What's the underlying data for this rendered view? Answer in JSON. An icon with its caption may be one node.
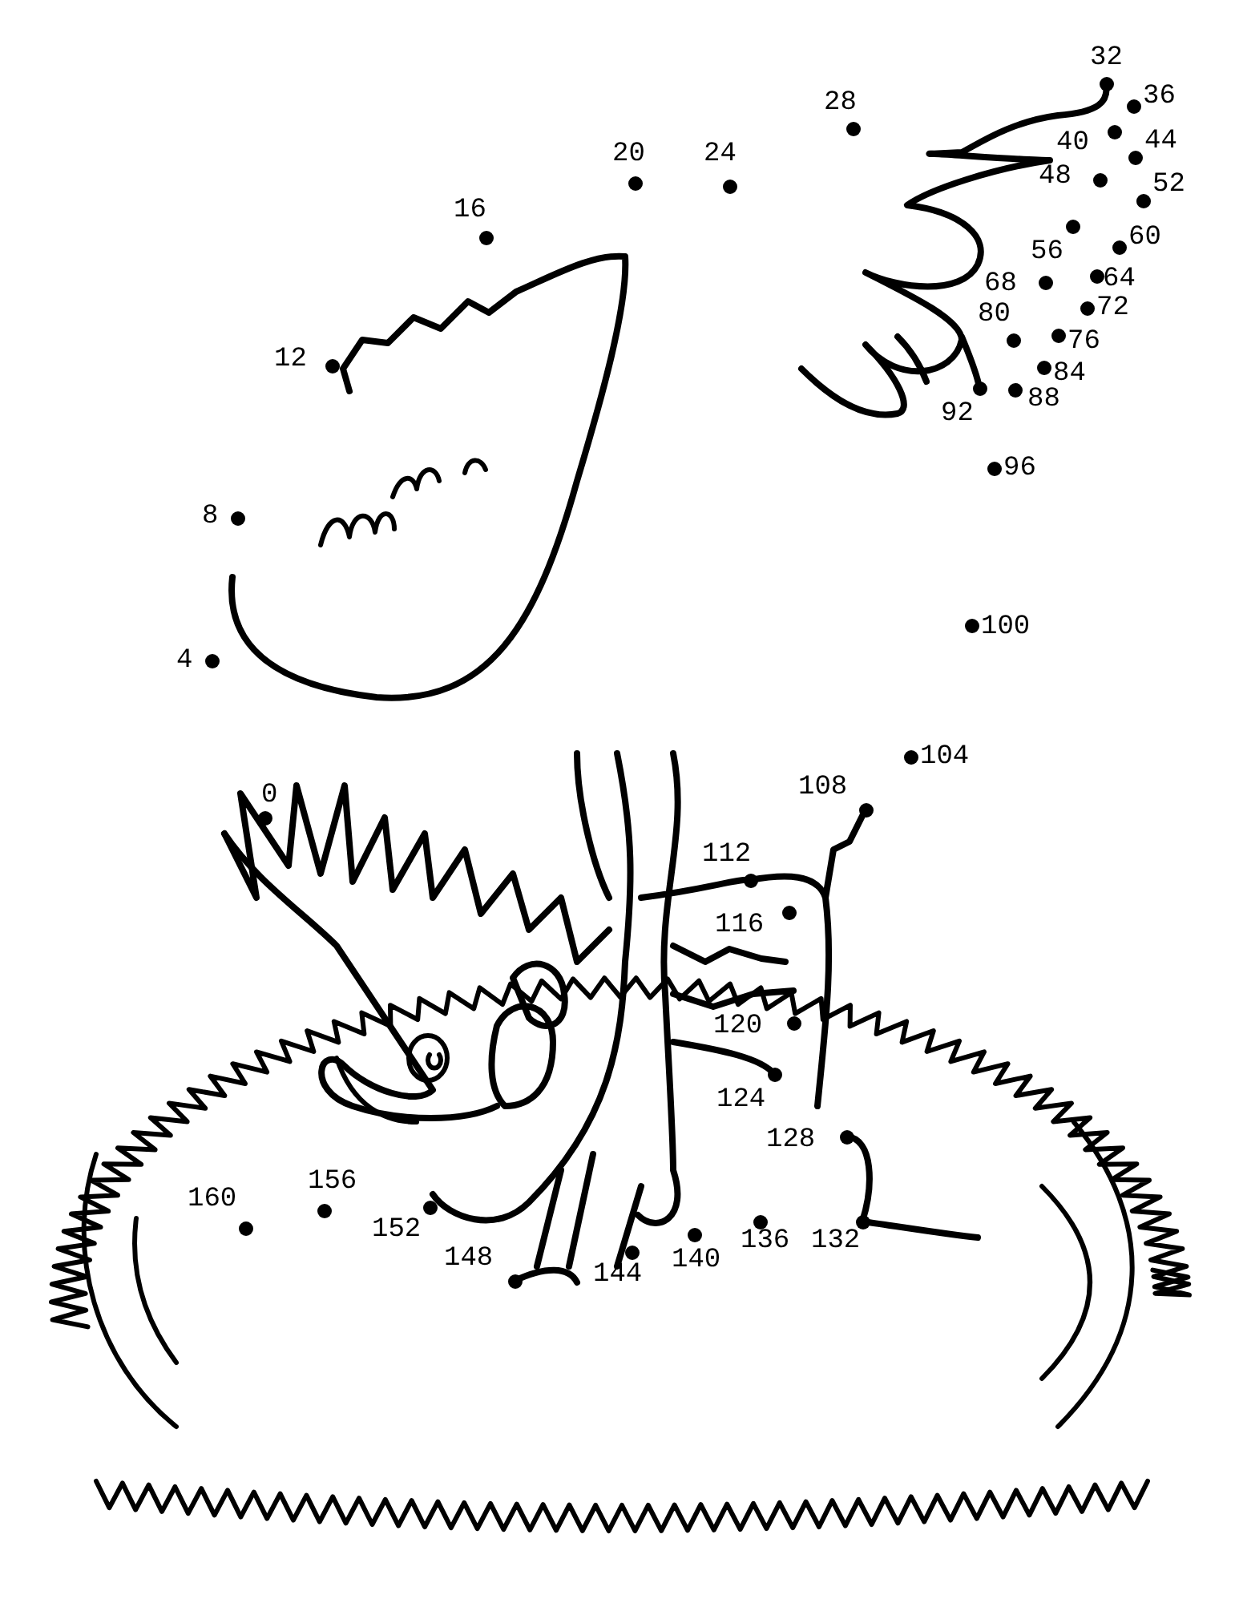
{
  "diagram": {
    "labels": [
      "0",
      "4",
      "8",
      "12",
      "16",
      "20",
      "24",
      "28",
      "32",
      "36",
      "40",
      "44",
      "48",
      "52",
      "56",
      "60",
      "64",
      "68",
      "72",
      "76",
      "80",
      "84",
      "88",
      "92",
      "96",
      "100",
      "104",
      "108",
      "112",
      "116",
      "120",
      "124",
      "128",
      "132",
      "136",
      "140",
      "144",
      "148",
      "152",
      "156",
      "160"
    ]
  }
}
